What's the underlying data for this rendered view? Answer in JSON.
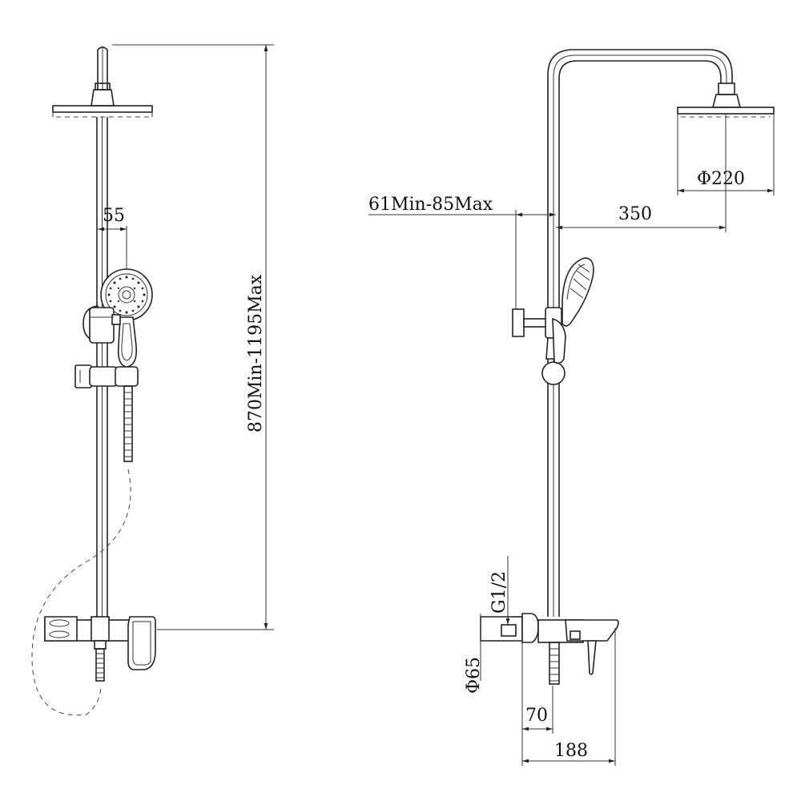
{
  "dimensions": {
    "height_range": "870Min-1195Max",
    "arm_offset": "55",
    "wall_distance_range": "61Min-85Max",
    "arm_length": "350",
    "head_diameter": "Φ220",
    "inlet_thread": "G1/2",
    "cover_diameter": "Φ65",
    "valve_depth": "70",
    "spout_depth": "188"
  }
}
